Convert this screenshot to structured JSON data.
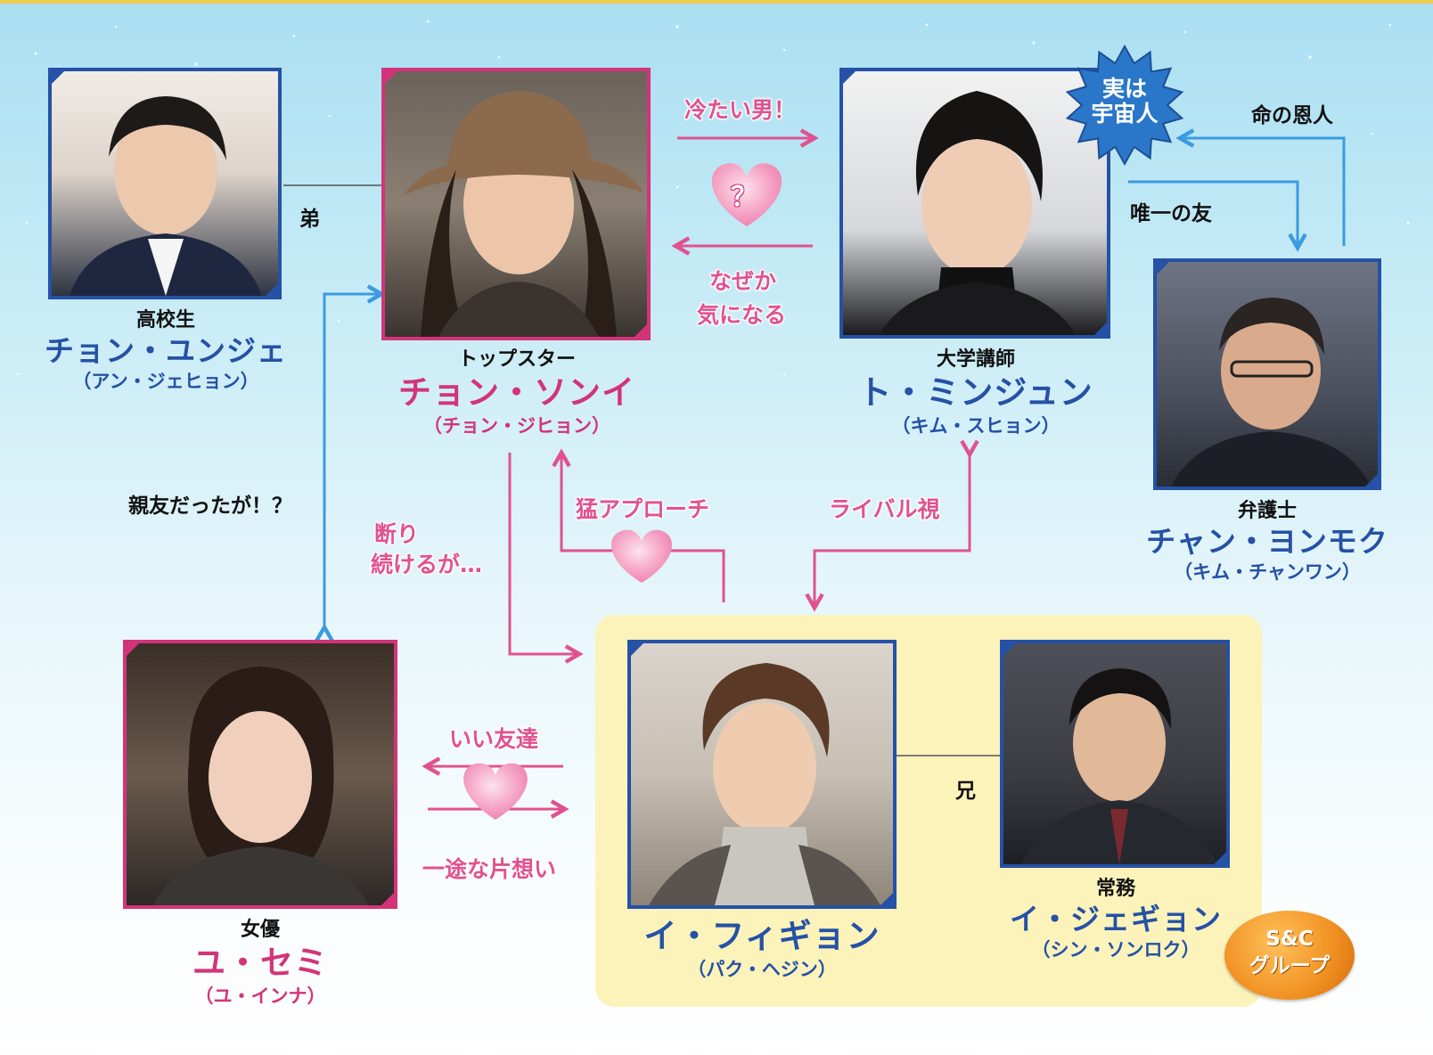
{
  "colors": {
    "blue": "#2551a6",
    "pink": "#d33479",
    "arrow_pink": "#e0528f",
    "arrow_blue": "#3a9be0",
    "panel": "#fbf3ba",
    "badge_orange": "#ef8a1c"
  },
  "characters": [
    {
      "id": "eunje",
      "role": "高校生",
      "name": "チョン・ユンジェ",
      "actor": "（アン・ジェヒョン）",
      "frame": "blue"
    },
    {
      "id": "songyi",
      "role": "トップスター",
      "name": "チョン・ソンイ",
      "actor": "（チョン・ジヒョン）",
      "frame": "pink"
    },
    {
      "id": "minjun",
      "role": "大学講師",
      "name": "ト・ミンジュン",
      "actor": "（キム・スヒョン）",
      "frame": "blue"
    },
    {
      "id": "youngmok",
      "role": "弁護士",
      "name": "チャン・ヨンモク",
      "actor": "（キム・チャンワン）",
      "frame": "blue"
    },
    {
      "id": "semi",
      "role": "女優",
      "name": "ユ・セミ",
      "actor": "（ユ・インナ）",
      "frame": "pink"
    },
    {
      "id": "hwigyeong",
      "role": "",
      "name": "イ・フィギョン",
      "actor": "（パク・ヘジン）",
      "frame": "blue"
    },
    {
      "id": "jaegyeong",
      "role": "常務",
      "name": "イ・ジェギョン",
      "actor": "（シン・ソンロク）",
      "frame": "blue"
    }
  ],
  "relations": {
    "younger_brother": "弟",
    "cold_man": "冷たい男！",
    "question": "？",
    "somehow_curious": [
      "なぜか",
      "気になる"
    ],
    "actually_alien": [
      "実は",
      "宇宙人"
    ],
    "savior": "命の恩人",
    "only_friend": "唯一の友",
    "were_best_friends": "親友だったが！？",
    "fierce_approach": "猛アプローチ",
    "keep_refusing": [
      "断り",
      "続けるが…"
    ],
    "rival": "ライバル視",
    "good_friend": "いい友達",
    "one_sided_love": "一途な片想い",
    "older_brother": "兄"
  },
  "group_badge": [
    "S&C",
    "グループ"
  ]
}
